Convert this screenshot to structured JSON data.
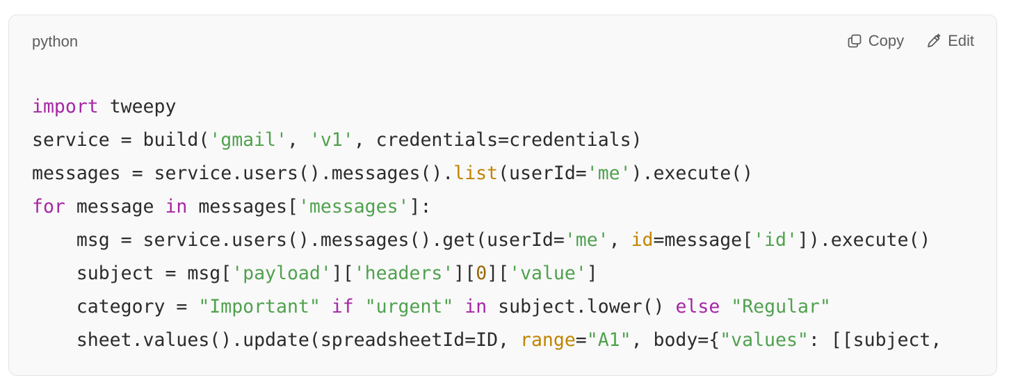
{
  "header": {
    "language": "python",
    "copy_label": "Copy",
    "edit_label": "Edit"
  },
  "icons": {
    "copy": "copy-icon",
    "edit": "pencil-icon"
  },
  "colors": {
    "keyword": "#a626a4",
    "string": "#50a14f",
    "builtin": "#c18401",
    "number": "#986801",
    "text": "#2b2b2b"
  },
  "code": {
    "lines": [
      [
        [
          "kw",
          "import"
        ],
        [
          "plain",
          " tweepy"
        ]
      ],
      [
        [
          "plain",
          "service = build("
        ],
        [
          "str",
          "'gmail'"
        ],
        [
          "plain",
          ", "
        ],
        [
          "str",
          "'v1'"
        ],
        [
          "plain",
          ", credentials=credentials)"
        ]
      ],
      [
        [
          "plain",
          "messages = service.users().messages()."
        ],
        [
          "fn",
          "list"
        ],
        [
          "plain",
          "(userId="
        ],
        [
          "str",
          "'me'"
        ],
        [
          "plain",
          ").execute()"
        ]
      ],
      [
        [
          "kw",
          "for"
        ],
        [
          "plain",
          " message "
        ],
        [
          "kw",
          "in"
        ],
        [
          "plain",
          " messages["
        ],
        [
          "str",
          "'messages'"
        ],
        [
          "plain",
          "]:"
        ]
      ],
      [
        [
          "plain",
          "    msg = service.users().messages().get(userId="
        ],
        [
          "str",
          "'me'"
        ],
        [
          "plain",
          ", "
        ],
        [
          "fn",
          "id"
        ],
        [
          "plain",
          "=message["
        ],
        [
          "str",
          "'id'"
        ],
        [
          "plain",
          "]).execute()"
        ]
      ],
      [
        [
          "plain",
          "    subject = msg["
        ],
        [
          "str",
          "'payload'"
        ],
        [
          "plain",
          "]["
        ],
        [
          "str",
          "'headers'"
        ],
        [
          "plain",
          "]["
        ],
        [
          "num",
          "0"
        ],
        [
          "plain",
          "]["
        ],
        [
          "str",
          "'value'"
        ],
        [
          "plain",
          "]"
        ]
      ],
      [
        [
          "plain",
          "    category = "
        ],
        [
          "str",
          "\"Important\""
        ],
        [
          "plain",
          " "
        ],
        [
          "kw",
          "if"
        ],
        [
          "plain",
          " "
        ],
        [
          "str",
          "\"urgent\""
        ],
        [
          "plain",
          " "
        ],
        [
          "kw",
          "in"
        ],
        [
          "plain",
          " subject.lower() "
        ],
        [
          "kw",
          "else"
        ],
        [
          "plain",
          " "
        ],
        [
          "str",
          "\"Regular\""
        ]
      ],
      [
        [
          "plain",
          "    sheet.values().update(spreadsheetId=ID, "
        ],
        [
          "fn",
          "range"
        ],
        [
          "plain",
          "="
        ],
        [
          "str",
          "\"A1\""
        ],
        [
          "plain",
          ", body={"
        ],
        [
          "str",
          "\"values\""
        ],
        [
          "plain",
          ": [[subject,"
        ]
      ]
    ]
  }
}
